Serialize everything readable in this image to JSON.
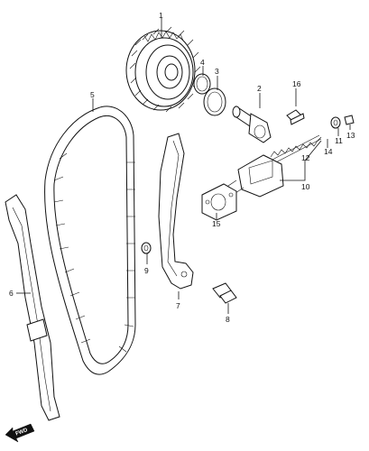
{
  "diagram": {
    "callouts": [
      {
        "id": "1",
        "label": "1"
      },
      {
        "id": "2",
        "label": "2"
      },
      {
        "id": "3",
        "label": "3"
      },
      {
        "id": "4",
        "label": "4"
      },
      {
        "id": "5",
        "label": "5"
      },
      {
        "id": "6",
        "label": "6"
      },
      {
        "id": "7",
        "label": "7"
      },
      {
        "id": "8",
        "label": "8"
      },
      {
        "id": "9",
        "label": "9"
      },
      {
        "id": "10",
        "label": "10"
      },
      {
        "id": "11",
        "label": "11"
      },
      {
        "id": "12",
        "label": "12"
      },
      {
        "id": "13",
        "label": "13"
      },
      {
        "id": "14",
        "label": "14"
      },
      {
        "id": "15",
        "label": "15"
      },
      {
        "id": "16",
        "label": "16"
      }
    ],
    "fwd_label": "FWD"
  }
}
